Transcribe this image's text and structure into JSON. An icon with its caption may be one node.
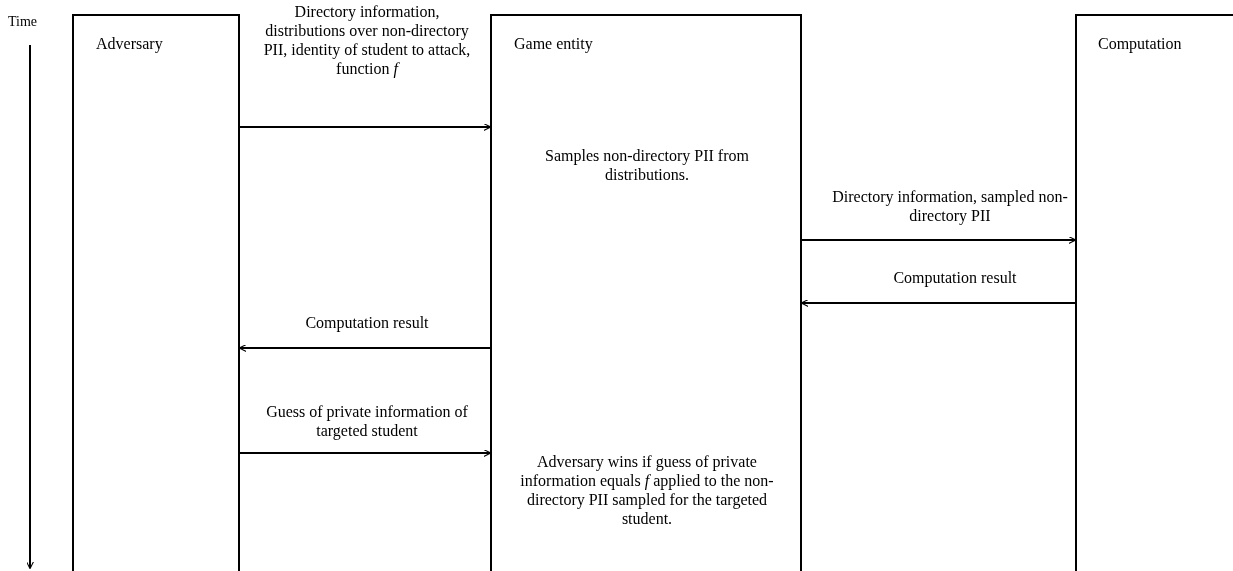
{
  "diagram": {
    "nodes": [
      {
        "text": [
          "Adversary"
        ]
      },
      {
        "text": [
          "Game entity",
          "Samples non-directory PII from distributions.",
          "Adversary wins if guess of private information equals *f* applied to the non-directory PII sampled for the targeted student."
        ]
      },
      {
        "text": [
          "Computation"
        ]
      }
    ],
    "edges": [
      {
        "from": 0,
        "to": 1,
        "arrow": "to",
        "label": "Directory information, distributions over non-directory PII, identity of student to attack, function *f*"
      },
      {
        "from": 1,
        "to": 2,
        "arrow": "to",
        "label": "Directory information, sampled non-directory PII"
      },
      {
        "from": 2,
        "to": 1,
        "arrow": "to",
        "label": "Computation result"
      },
      {
        "from": 1,
        "to": 0,
        "arrow": "to",
        "label": "Computation result"
      },
      {
        "from": 0,
        "to": 1,
        "arrow": "to",
        "label": "Guess of private information of targeted student"
      }
    ],
    "labels": [
      "Time"
    ]
  }
}
